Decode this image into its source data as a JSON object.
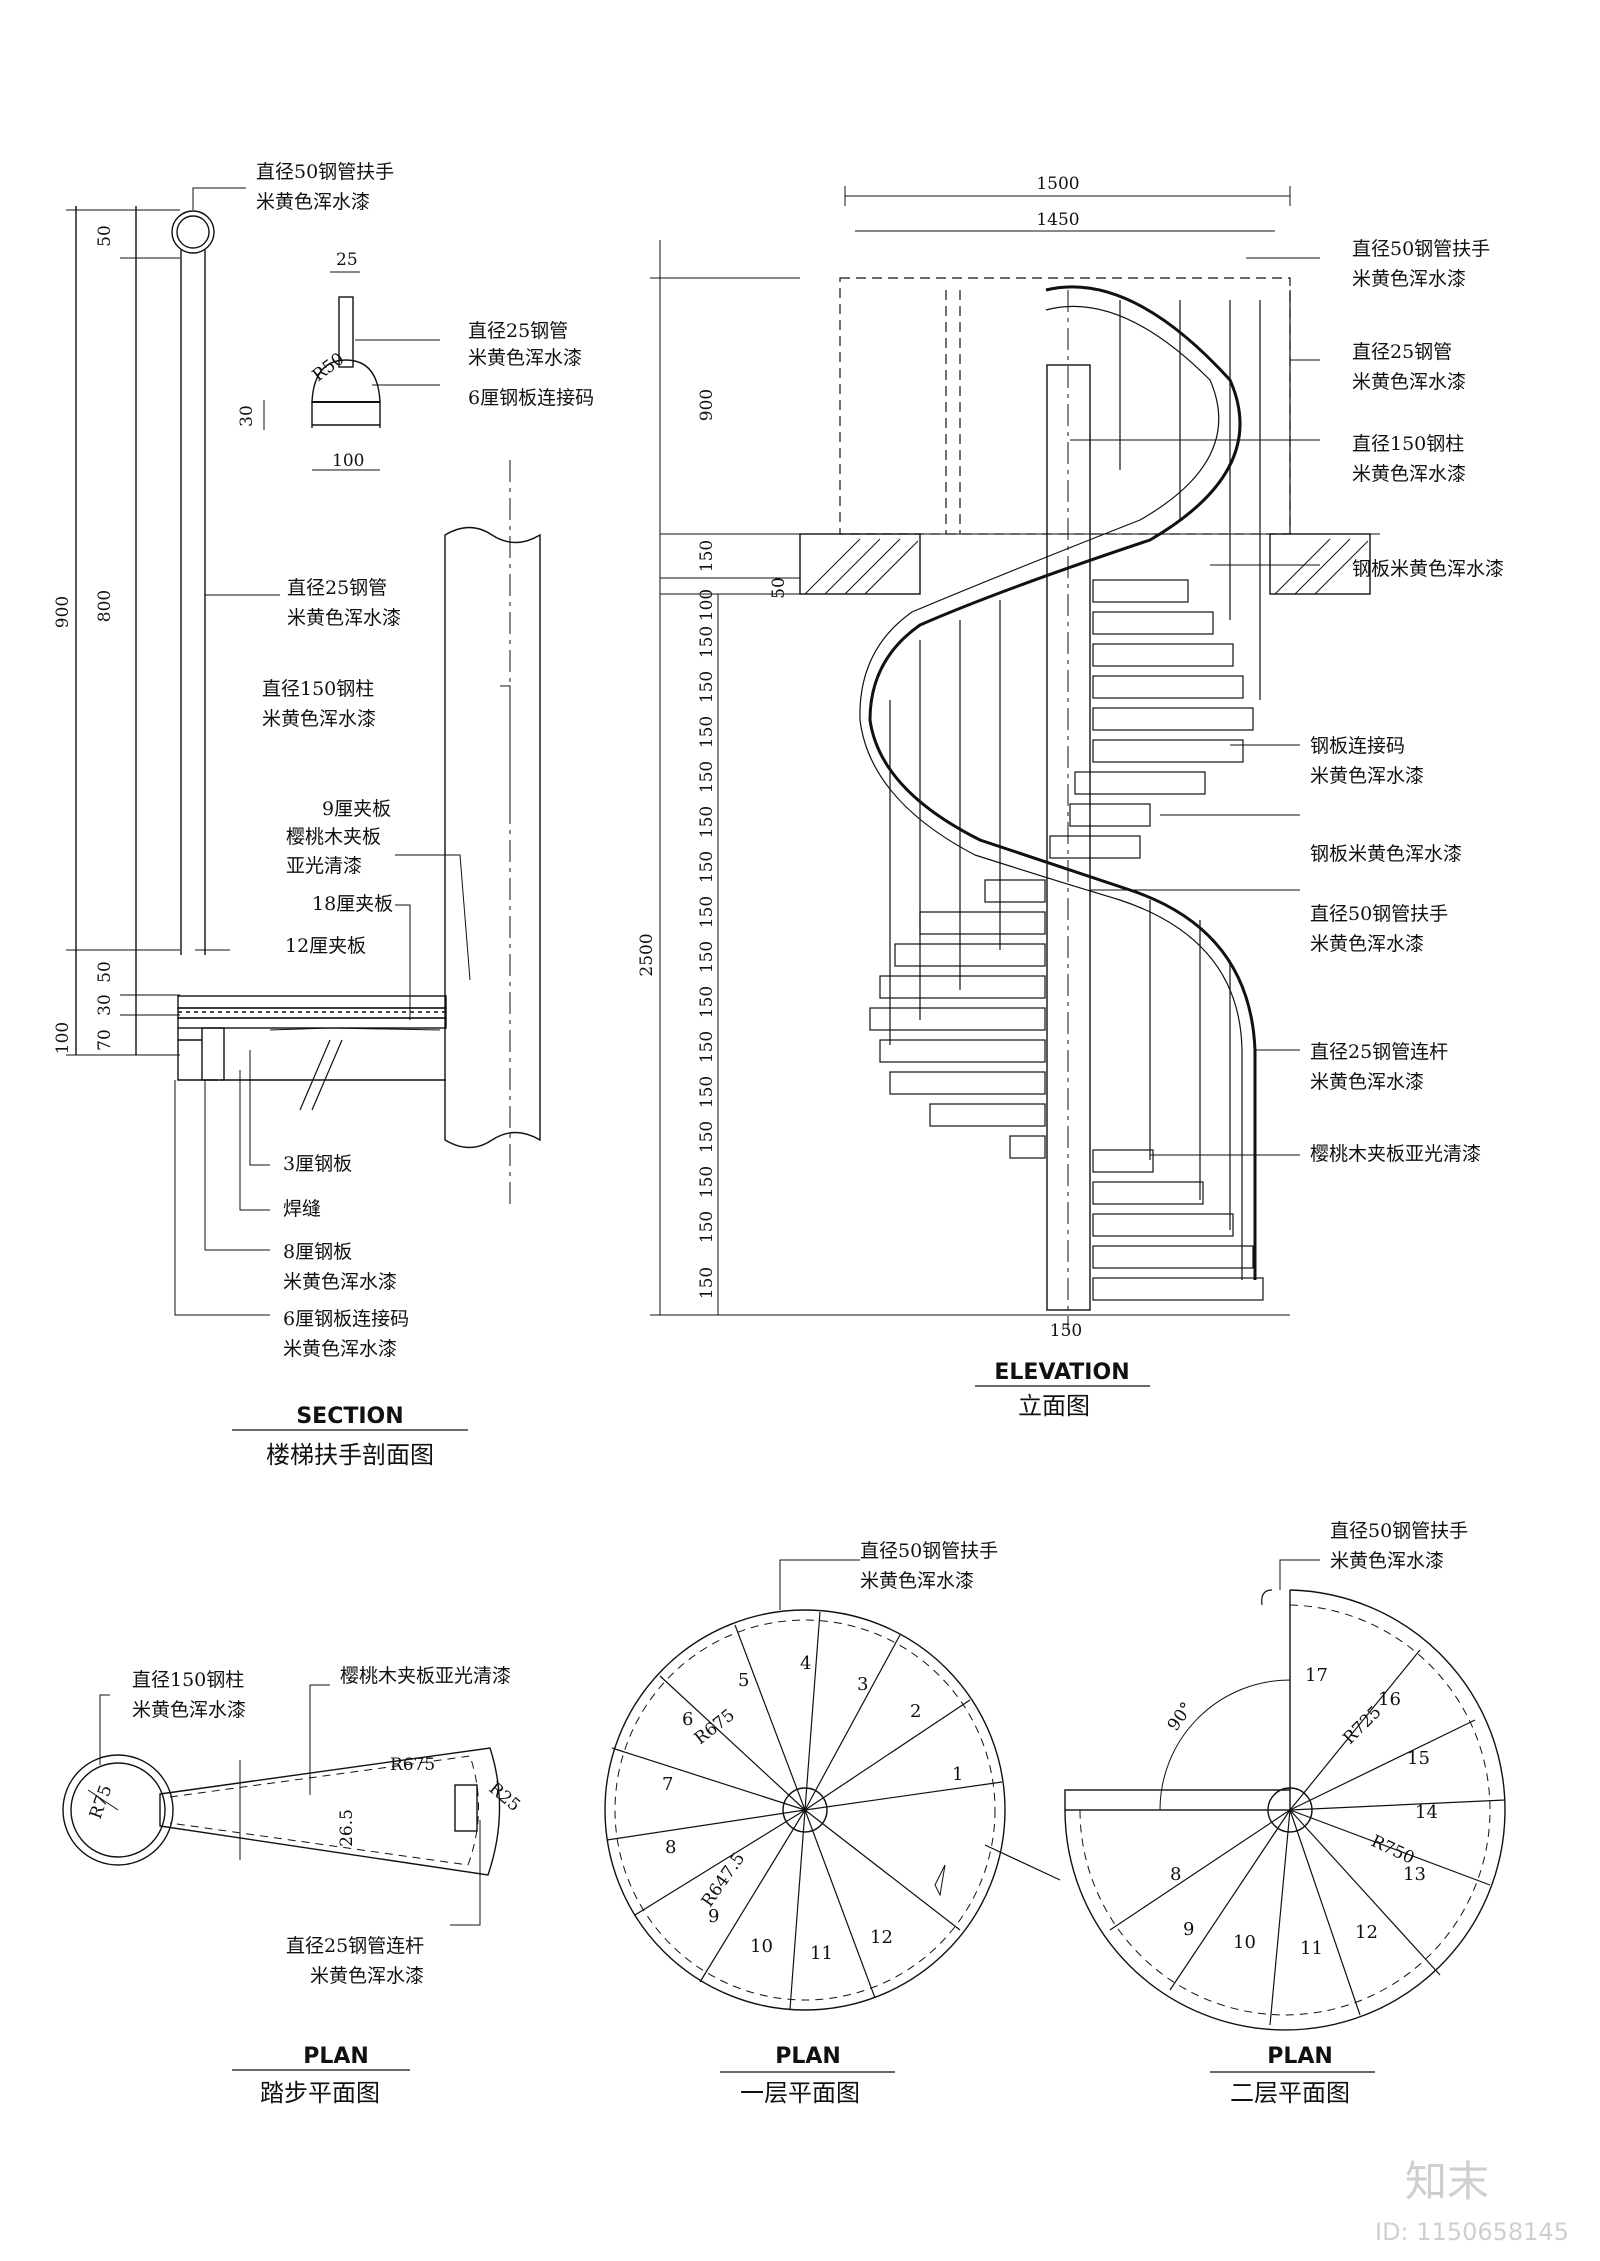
{
  "section": {
    "title_en": "SECTION",
    "title_cn": "楼梯扶手剖面图",
    "labels": {
      "handrail_l1": "直径50钢管扶手",
      "handrail_l2": "米黄色浑水漆",
      "pipe25_l1": "直径25钢管",
      "pipe25_l2": "米黄色浑水漆",
      "plate6": "6厘钢板连接码",
      "pipe25b_l1": "直径25钢管",
      "pipe25b_l2": "米黄色浑水漆",
      "column_l1": "直径150钢柱",
      "column_l2": "米黄色浑水漆",
      "ply9_l1": "9厘夹板",
      "ply9_l2": "樱桃木夹板",
      "ply9_l3": "亚光清漆",
      "ply18": "18厘夹板",
      "ply12": "12厘夹板",
      "steel3": "3厘钢板",
      "weld": "焊缝",
      "steel8_l1": "8厘钢板",
      "steel8_l2": "米黄色浑水漆",
      "plate6b_l1": "6厘钢板连接码",
      "plate6b_l2": "米黄色浑水漆"
    },
    "dims": {
      "d50": "50",
      "d800": "800",
      "d900": "900",
      "d50b": "50",
      "d30": "30",
      "d70": "70",
      "d100": "100",
      "d25": "25",
      "r50": "R50",
      "d30b": "30",
      "d100b": "100"
    }
  },
  "elevation": {
    "title_en": "ELEVATION",
    "title_cn": "立面图",
    "dims": {
      "w1500": "1500",
      "w1450": "1450",
      "h900": "900",
      "h150": "150",
      "h50": "50",
      "h100": "100",
      "h2500": "2500",
      "b150": "150",
      "risers": [
        "150",
        "150",
        "150",
        "150",
        "150",
        "150",
        "150",
        "150",
        "150",
        "150",
        "150",
        "150",
        "150",
        "150",
        "150"
      ]
    },
    "labels": {
      "handrail_l1": "直径50钢管扶手",
      "handrail_l2": "米黄色浑水漆",
      "pipe25_l1": "直径25钢管",
      "pipe25_l2": "米黄色浑水漆",
      "column_l1": "直径150钢柱",
      "column_l2": "米黄色浑水漆",
      "steelplate": "钢板米黄色浑水漆",
      "connector_l1": "钢板连接码",
      "connector_l2": "米黄色浑水漆",
      "steelplate2": "钢板米黄色浑水漆",
      "handrail2_l1": "直径50钢管扶手",
      "handrail2_l2": "米黄色浑水漆",
      "baluster_l1": "直径25钢管连杆",
      "baluster_l2": "米黄色浑水漆",
      "cherry": "樱桃木夹板亚光清漆"
    }
  },
  "tread_plan": {
    "title_en": "PLAN",
    "title_cn": "踏步平面图",
    "labels": {
      "column_l1": "直径150钢柱",
      "column_l2": "米黄色浑水漆",
      "cherry": "樱桃木夹板亚光清漆",
      "baluster_l1": "直径25钢管连杆",
      "baluster_l2": "米黄色浑水漆"
    },
    "dims": {
      "r75": "R75",
      "r675": "R675",
      "d265": "26.5",
      "r25": "R25"
    }
  },
  "plan1": {
    "title_en": "PLAN",
    "title_cn": "一层平面图",
    "labels": {
      "handrail_l1": "直径50钢管扶手",
      "handrail_l2": "米黄色浑水漆"
    },
    "dims": {
      "r675": "R675",
      "r6475": "R647.5"
    },
    "steps": [
      "1",
      "2",
      "3",
      "4",
      "5",
      "6",
      "7",
      "8",
      "9",
      "10",
      "11",
      "12"
    ]
  },
  "plan2": {
    "title_en": "PLAN",
    "title_cn": "二层平面图",
    "labels": {
      "handrail_l1": "直径50钢管扶手",
      "handrail_l2": "米黄色浑水漆"
    },
    "dims": {
      "r725": "R725",
      "r750": "R750",
      "angle": "90°"
    },
    "steps": [
      "8",
      "9",
      "10",
      "11",
      "12",
      "13",
      "14",
      "15",
      "16",
      "17"
    ]
  },
  "watermark": {
    "logo": "知末",
    "id": "ID: 1150658145"
  }
}
